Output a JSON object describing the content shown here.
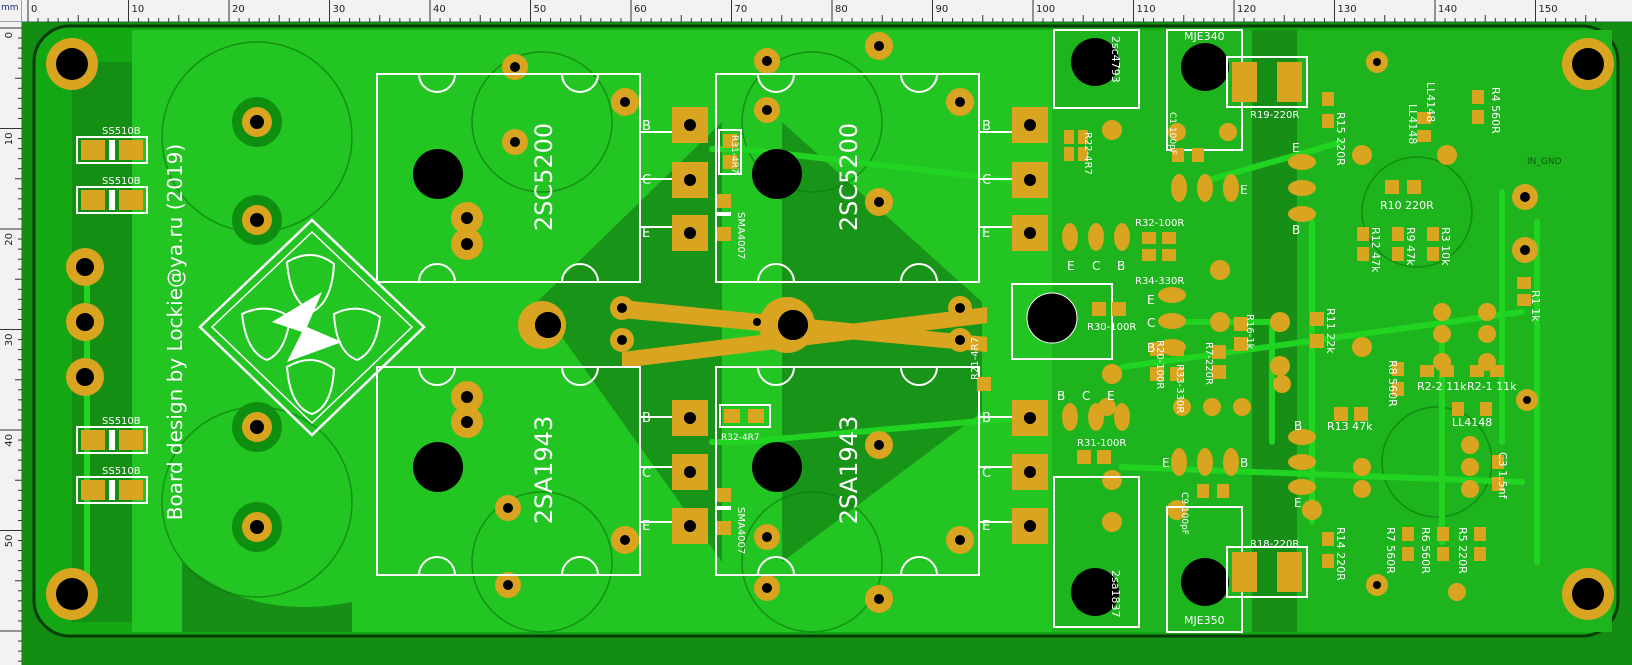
{
  "ruler": {
    "unit": "mm",
    "top_ticks": [
      "0",
      "10",
      "20",
      "30",
      "40",
      "50",
      "60",
      "70",
      "80",
      "90",
      "100",
      "110",
      "120",
      "130",
      "140",
      "150"
    ],
    "left_ticks": [
      "0",
      "10",
      "20",
      "30",
      "40",
      "50"
    ]
  },
  "board": {
    "credit_text": "Board design by Lockie@ya.ru (2019)",
    "transistors": {
      "q1": "2SC5200",
      "q2": "2SC5200",
      "q3": "2SA1943",
      "q4": "2SA1943",
      "q5": "2sc4793",
      "q6": "MJE340",
      "q7": "2sa1837",
      "q8": "MJE350"
    },
    "diodes": {
      "d1": "SS510B",
      "d2": "SS510B",
      "d3": "SS510B",
      "d4": "SS510B",
      "d5": "SMA4007",
      "d6": "SMA4007",
      "d7": "LL4148",
      "d8": "LL4148",
      "d9": "LL4148"
    },
    "resistors": {
      "r31a": "R31-4R7",
      "r32a": "R32-4R7",
      "r22": "R22-4R7",
      "r21": "R21-4R7",
      "r19": "R19-220R",
      "r18": "R18-220R",
      "r15": "R15 220R",
      "r14": "R14 220R",
      "r4": "R4 560R",
      "r10": "R10 220R",
      "r12": "R12 47k",
      "r9": "R9 47k",
      "r3": "R3 10k",
      "r1": "R1 1k",
      "r32b": "R32-100R",
      "r34": "R34-330R",
      "r30": "R30-100R",
      "r20": "R20-100R",
      "r33": "R33-330R",
      "r7": "R7-220R",
      "r16": "R16-1k",
      "r11": "R11 22k",
      "r8": "R8 560R",
      "r2a": "R2-2 11k",
      "r2b": "R2-1 11k",
      "r13": "R13 47k",
      "r31b": "R31-100R",
      "r7b": "R7 560R",
      "r6": "R6 560R",
      "r5": "R5 220R"
    },
    "capacitors": {
      "c1": "C1 100pF",
      "c9": "C9 100pF",
      "c3": "C3 1.5nf"
    },
    "pin_letters": {
      "b": "B",
      "c": "C",
      "e": "E"
    },
    "net": "IN_GND"
  },
  "colors": {
    "board": "#13a813",
    "copper_pour": "#22c522",
    "pour_dark": "#178f17",
    "pad": "#d9a41f",
    "silk": "#ffffff",
    "background": "#128c12"
  }
}
